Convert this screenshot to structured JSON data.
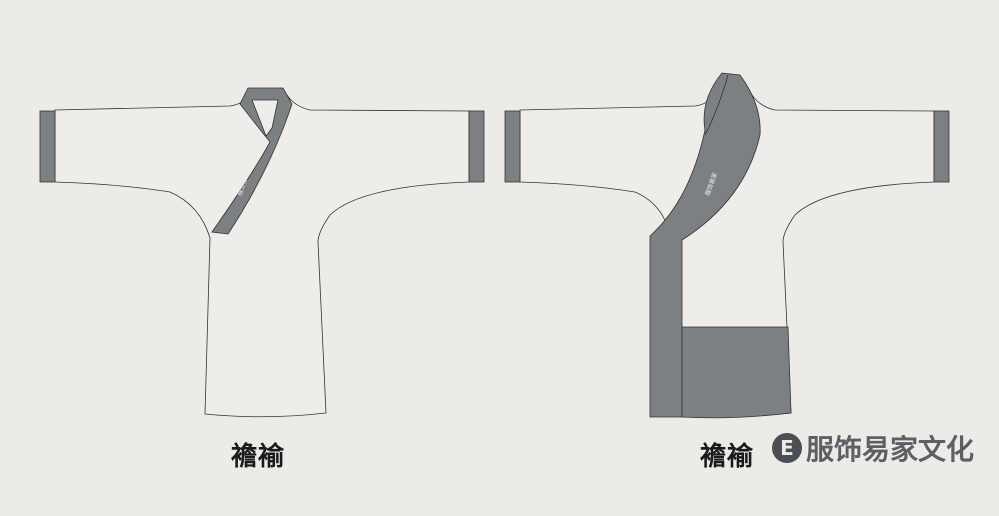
{
  "garments": [
    {
      "label": "襜褕",
      "collar_text": "服饰易家"
    },
    {
      "label": "襜褕",
      "collar_text": "服饰易家"
    }
  ],
  "watermark": {
    "text": "服饰易家文化",
    "logo_glyph": "E"
  },
  "colors": {
    "background": "#ecebe7",
    "fabric": "#eeede9",
    "trim": "#7d8083",
    "outline": "#333333"
  }
}
